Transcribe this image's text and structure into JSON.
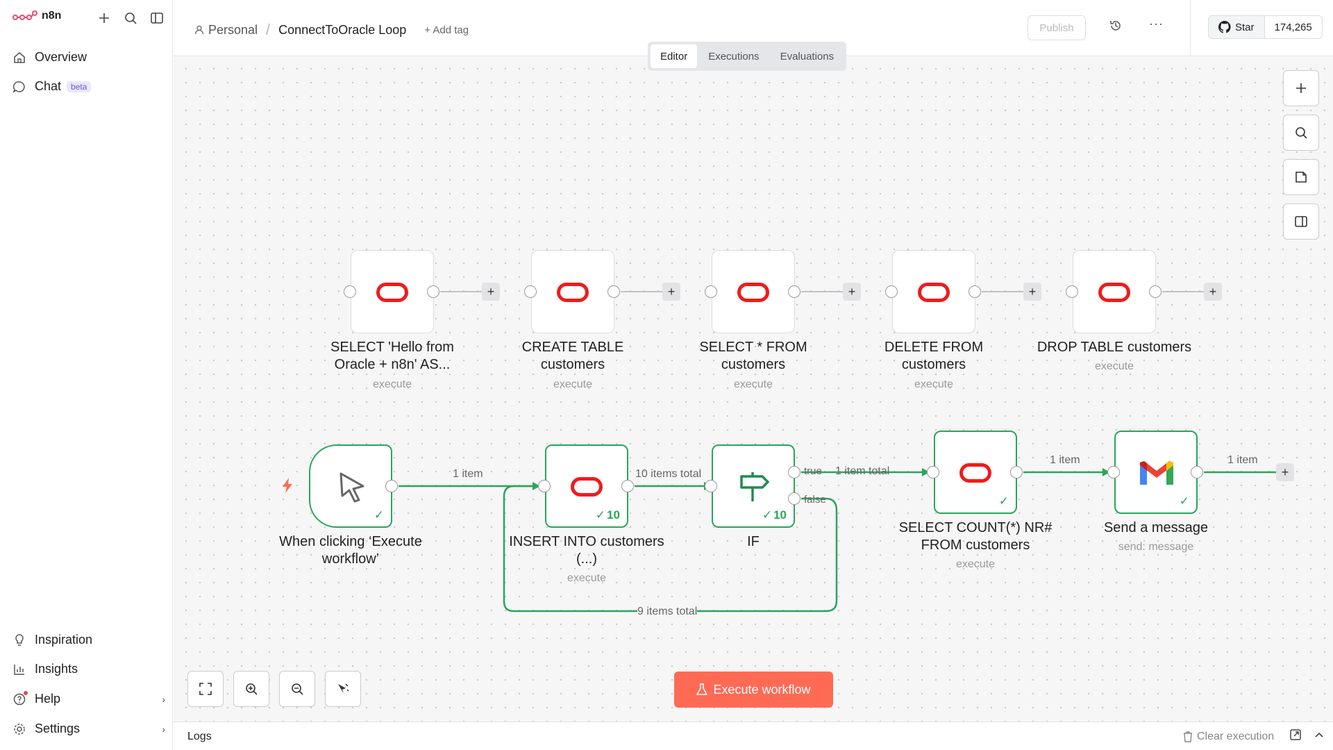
{
  "sidebar": {
    "brand": "n8n",
    "items": [
      {
        "label": "Overview"
      },
      {
        "label": "Chat",
        "badge": "beta"
      }
    ],
    "bottom_items": [
      {
        "label": "Inspiration"
      },
      {
        "label": "Insights"
      },
      {
        "label": "Help"
      },
      {
        "label": "Settings"
      }
    ]
  },
  "header": {
    "project": "Personal",
    "workflow_title": "ConnectToOracle Loop",
    "add_tag": "+ Add tag",
    "publish": "Publish",
    "github": {
      "label": "Star",
      "count": "174,265"
    }
  },
  "tabs": [
    {
      "label": "Editor",
      "active": true
    },
    {
      "label": "Executions"
    },
    {
      "label": "Evaluations"
    }
  ],
  "nodes_top": [
    {
      "title_line1": "SELECT 'Hello from",
      "title_line2": "Oracle + n8n' AS...",
      "sub": "execute"
    },
    {
      "title_line1": "CREATE TABLE",
      "title_line2": "customers",
      "sub": "execute"
    },
    {
      "title_line1": "SELECT * FROM",
      "title_line2": "customers",
      "sub": "execute"
    },
    {
      "title_line1": "DELETE FROM",
      "title_line2": "customers",
      "sub": "execute"
    },
    {
      "title_line1": "DROP TABLE customers",
      "title_line2": "",
      "sub": "execute"
    }
  ],
  "nodes_bottom": {
    "trigger": {
      "title_line1": "When clicking ‘Execute",
      "title_line2": "workflow’"
    },
    "insert": {
      "title_line1": "INSERT INTO customers",
      "title_line2": "(...)",
      "sub": "execute",
      "count": "10"
    },
    "if": {
      "title": "IF",
      "count": "10"
    },
    "count": {
      "title_line1": "SELECT COUNT(*) NR#",
      "title_line2": "FROM customers",
      "sub": "execute"
    },
    "gmail": {
      "title": "Send a message",
      "sub": "send: message"
    }
  },
  "edges": {
    "trigger_to_insert": "1 item",
    "insert_to_if": "10 items total",
    "if_true": "true",
    "if_true_total": "1 item total",
    "if_false": "false",
    "loop_back": "9 items total",
    "count_to_gmail": "1 item",
    "gmail_out": "1 item"
  },
  "actions": {
    "execute_workflow": "Execute workflow"
  },
  "logs": {
    "label": "Logs",
    "clear": "Clear execution"
  },
  "colors": {
    "accent": "#ff6a55",
    "success": "#29a55a",
    "oracle": "#ee1c1c"
  }
}
